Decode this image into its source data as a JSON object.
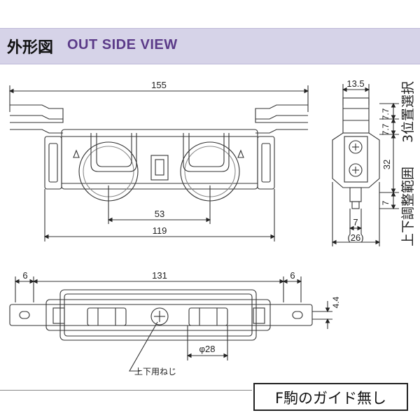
{
  "header": {
    "title_jp": "外形図",
    "title_en": "OUT SIDE VIEW"
  },
  "front_view": {
    "overall_width": "155",
    "wheel_spacing": "53",
    "body_width": "119"
  },
  "side_view": {
    "top_width": "13.5",
    "pitch_upper": "7.7",
    "pitch_lower": "7.7",
    "total_height": "32",
    "bottom_step": "7",
    "bottom_width": "7",
    "base_width": "(26)",
    "vertical_label_1": "3位置選択",
    "vertical_label_2": "上下調整範囲"
  },
  "top_view": {
    "left_margin": "6",
    "center_span": "131",
    "right_margin": "6",
    "slot_width": "4.4",
    "wheel_diameter": "φ28",
    "screw_callout": "上下用ねじ"
  },
  "badge": {
    "text": "F駒のガイド無し"
  }
}
